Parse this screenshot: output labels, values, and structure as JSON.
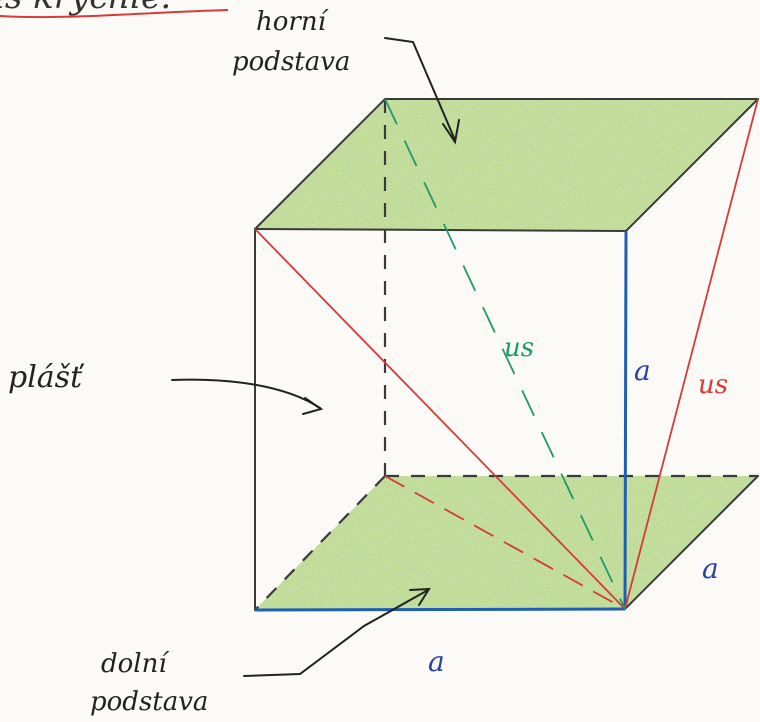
{
  "title": "is krychle:",
  "labels": {
    "top_base": [
      "horní",
      "podstava"
    ],
    "bottom_base": [
      "dolní",
      "podstava"
    ],
    "mantle": "plášť",
    "edge_a": "a",
    "face_diagonal": "us",
    "body_diagonal": "us"
  },
  "colors": {
    "base_fill": "#a4cf5a",
    "outline": "#3a3a3a",
    "edge_blue": "#1f5fb3",
    "diag_red": "#d63a3a",
    "diag_green": "#1f9a68",
    "title_underline": "#d63a3a",
    "label_blue": "#2a3fa0"
  }
}
